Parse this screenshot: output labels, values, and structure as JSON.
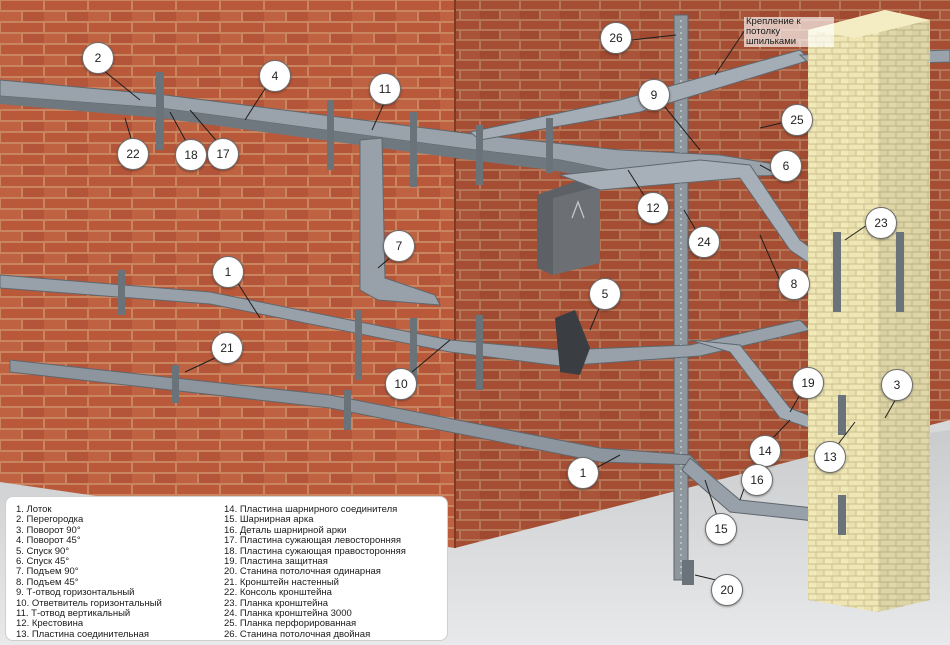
{
  "callouts": [
    {
      "label": "1"
    },
    {
      "label": "1"
    },
    {
      "label": "2"
    },
    {
      "label": "3"
    },
    {
      "label": "4"
    },
    {
      "label": "5"
    },
    {
      "label": "6"
    },
    {
      "label": "7"
    },
    {
      "label": "8"
    },
    {
      "label": "9"
    },
    {
      "label": "10"
    },
    {
      "label": "11"
    },
    {
      "label": "12"
    },
    {
      "label": "13"
    },
    {
      "label": "14"
    },
    {
      "label": "15"
    },
    {
      "label": "16"
    },
    {
      "label": "17"
    },
    {
      "label": "18"
    },
    {
      "label": "19"
    },
    {
      "label": "20"
    },
    {
      "label": "21"
    },
    {
      "label": "22"
    },
    {
      "label": "23"
    },
    {
      "label": "24"
    },
    {
      "label": "25"
    },
    {
      "label": "26"
    }
  ],
  "ceiling_note": "Крепление к потолку шпильками",
  "legend": {
    "col1": [
      "1. Лоток",
      "2. Перегородка",
      "3. Поворот 90°",
      "4. Поворот 45°",
      "5. Спуск 90°",
      "6. Спуск 45°",
      "7. Подъем 90°",
      "8. Подъем 45°",
      "9. Т-отвод горизонтальный",
      "10. Ответвитель горизонтальный",
      "11. Т-отвод вертикальный",
      "12. Крестовина",
      "13. Пластина соединительная"
    ],
    "col2": [
      "14. Пластина шарнирного соединителя",
      "15. Шарнирная арка",
      "16. Деталь шарнирной арки",
      "17. Пластина сужающая левосторонняя",
      "18. Пластина сужающая правосторонняя",
      "19. Пластина защитная",
      "20. Станина потолочная одинарная",
      "21. Кронштейн настенный",
      "22. Консоль кронштейна",
      "23. Планка кронштейна",
      "24. Планка кронштейна 3000",
      "25. Планка перфорированная",
      "26. Станина потолочная двойная"
    ]
  }
}
